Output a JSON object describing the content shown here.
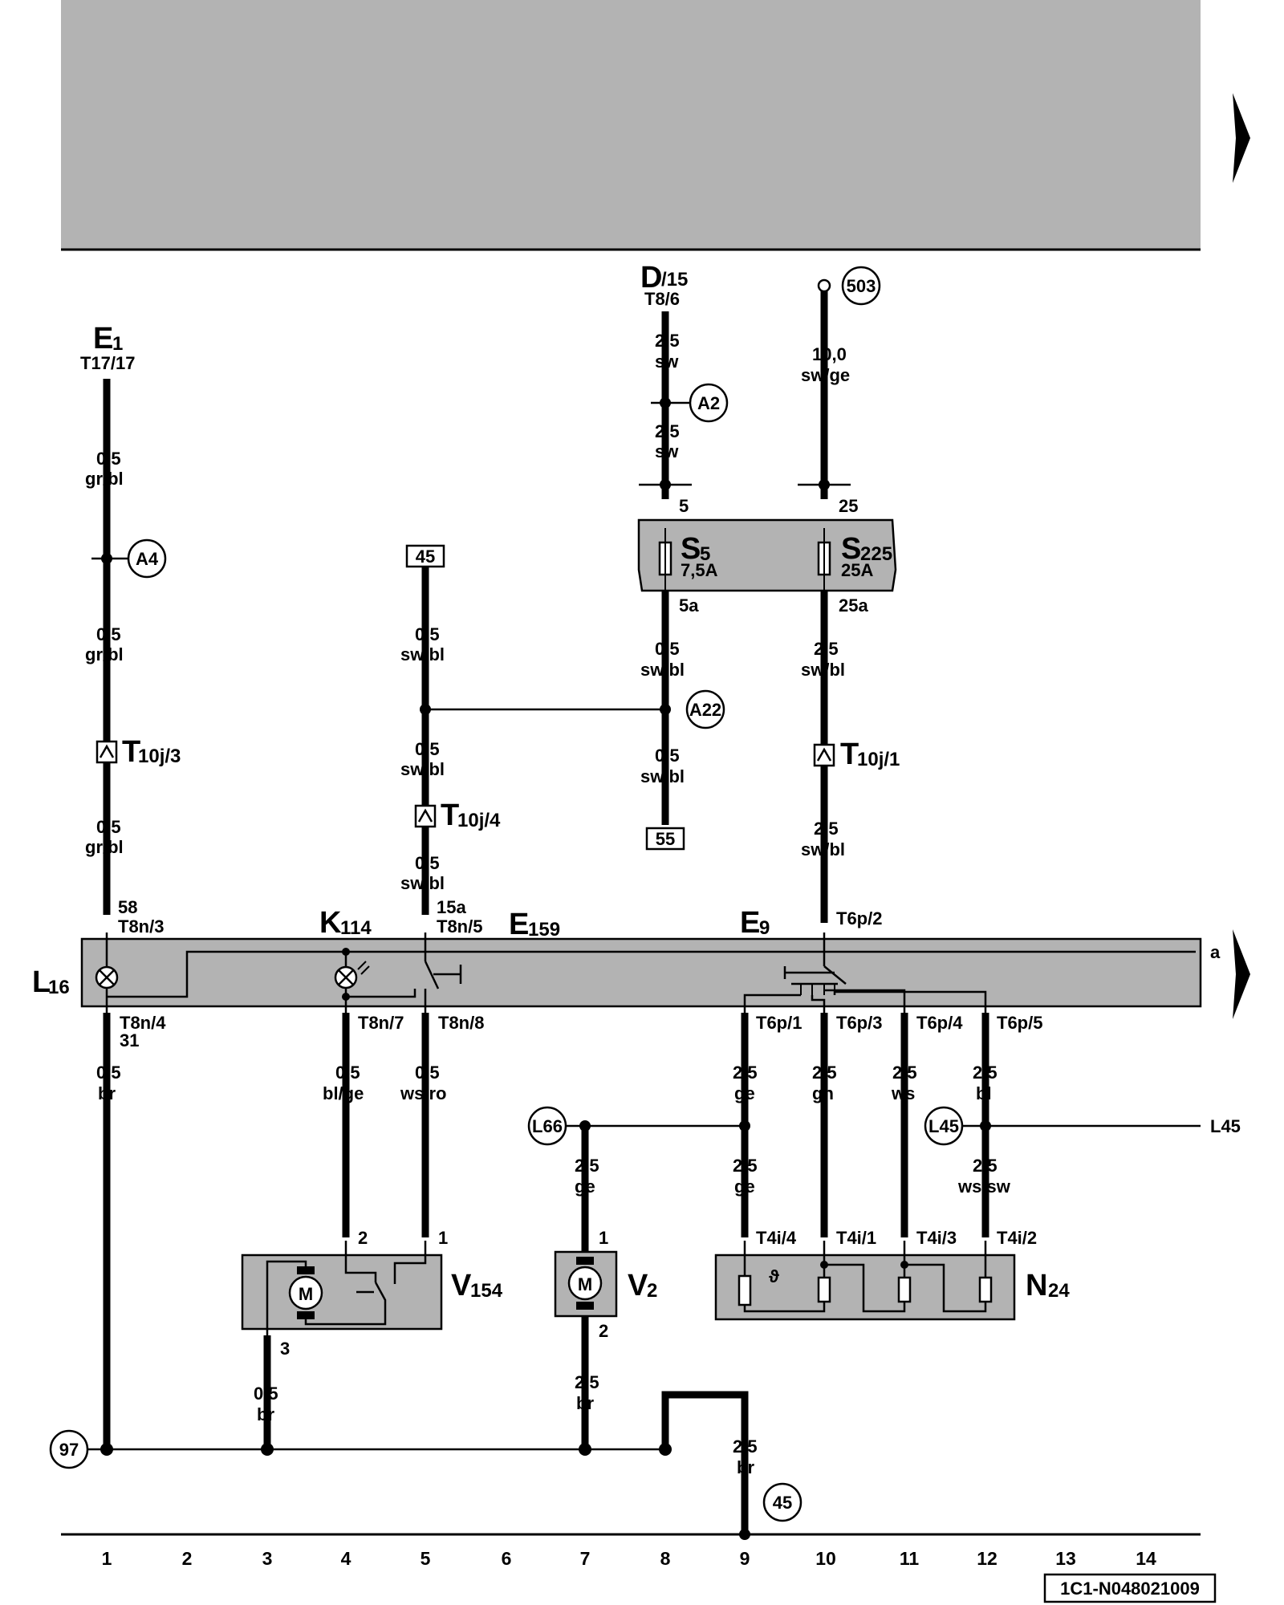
{
  "colors": {
    "grey_band": "#b3b3b3",
    "line": "#000000",
    "background": "#ffffff"
  },
  "components": {
    "E1": {
      "main": "E",
      "sub": "1",
      "pin": "T17/17"
    },
    "D": {
      "main": "D",
      "sub": "/15",
      "pin": "T8/6"
    },
    "S5": {
      "main": "S",
      "sub": "5",
      "rating": "7,5A"
    },
    "S225": {
      "main": "S",
      "sub": "225",
      "rating": "25A"
    },
    "T10j3": {
      "main": "T",
      "sub": "10j/3"
    },
    "T10j4": {
      "main": "T",
      "sub": "10j/4"
    },
    "T10j1": {
      "main": "T",
      "sub": "10j/1"
    },
    "L16": {
      "main": "L",
      "sub": "16"
    },
    "K114": {
      "main": "K",
      "sub": "114"
    },
    "E159": {
      "main": "E",
      "sub": "159"
    },
    "E9": {
      "main": "E",
      "sub": "9"
    },
    "V154": {
      "main": "V",
      "sub": "154"
    },
    "V2": {
      "main": "V",
      "sub": "2"
    },
    "N24": {
      "main": "N",
      "sub": "24"
    }
  },
  "terminals": {
    "t5": "5",
    "t25": "25",
    "t5a": "5a",
    "t25a": "25a",
    "t58": "58",
    "T8n3": "T8n/3",
    "t15a": "15a",
    "T8n5": "T8n/5",
    "T6p2": "T6p/2",
    "T8n4": "T8n/4",
    "t31": "31",
    "T8n7": "T8n/7",
    "T8n8": "T8n/8",
    "T6p1": "T6p/1",
    "T6p3": "T6p/3",
    "T6p4": "T6p/4",
    "T6p5": "T6p/5",
    "T4i4": "T4i/4",
    "T4i1": "T4i/1",
    "T4i3": "T4i/3",
    "T4i2": "T4i/2",
    "v154_p2": "2",
    "v154_p1": "1",
    "v154_p3": "3",
    "v2_p1": "1",
    "v2_p2": "2"
  },
  "circles": {
    "c503": "503",
    "A2": "A2",
    "A4": "A4",
    "A22": "A22",
    "L66": "L66",
    "L45": "L45",
    "c97": "97",
    "c45": "45"
  },
  "boxes": {
    "b45": "45",
    "b55": "55"
  },
  "wires": {
    "w_e1_top": {
      "size": "0,5",
      "color": "gr/bl"
    },
    "w_e1_mid": {
      "size": "0,5",
      "color": "gr/bl"
    },
    "w_e1_low": {
      "size": "0,5",
      "color": "gr/bl"
    },
    "w_d_top": {
      "size": "2,5",
      "color": "sw"
    },
    "w_d_mid": {
      "size": "2,5",
      "color": "sw"
    },
    "w_503": {
      "size": "10,0",
      "color": "sw/ge"
    },
    "w_45_top": {
      "size": "0,5",
      "color": "sw/bl"
    },
    "w_45_mid": {
      "size": "0,5",
      "color": "sw/bl"
    },
    "w_45_low": {
      "size": "0,5",
      "color": "sw/bl"
    },
    "w_s5_out": {
      "size": "0,5",
      "color": "sw/bl"
    },
    "w_s5_low": {
      "size": "0,5",
      "color": "sw/bl"
    },
    "w_s225_out": {
      "size": "2,5",
      "color": "sw/bl"
    },
    "w_s225_low": {
      "size": "2,5",
      "color": "sw/bl"
    },
    "w_c1_bot": {
      "size": "0,5",
      "color": "br"
    },
    "w_c4_bot": {
      "size": "0,5",
      "color": "bl/ge"
    },
    "w_c5_bot": {
      "size": "0,5",
      "color": "ws/ro"
    },
    "w_c9_bot": {
      "size": "2,5",
      "color": "ge"
    },
    "w_c10_bot": {
      "size": "2,5",
      "color": "gn"
    },
    "w_c11_bot": {
      "size": "2,5",
      "color": "ws"
    },
    "w_c12_bot": {
      "size": "2,5",
      "color": "bl"
    },
    "w_c7": {
      "size": "2,5",
      "color": "ge"
    },
    "w_c9_low": {
      "size": "2,5",
      "color": "ge"
    },
    "w_c12_low": {
      "size": "2,5",
      "color": "ws/sw"
    },
    "w_v154_3": {
      "size": "0,5",
      "color": "br"
    },
    "w_v2_2": {
      "size": "2,5",
      "color": "br"
    },
    "w_c9_gnd": {
      "size": "2,5",
      "color": "br"
    }
  },
  "edge_labels": {
    "a": "a",
    "L45_right": "L45"
  },
  "column_numbers": [
    "1",
    "2",
    "3",
    "4",
    "5",
    "6",
    "7",
    "8",
    "9",
    "10",
    "11",
    "12",
    "13",
    "14"
  ],
  "diagram_id": "1C1-N048021009"
}
